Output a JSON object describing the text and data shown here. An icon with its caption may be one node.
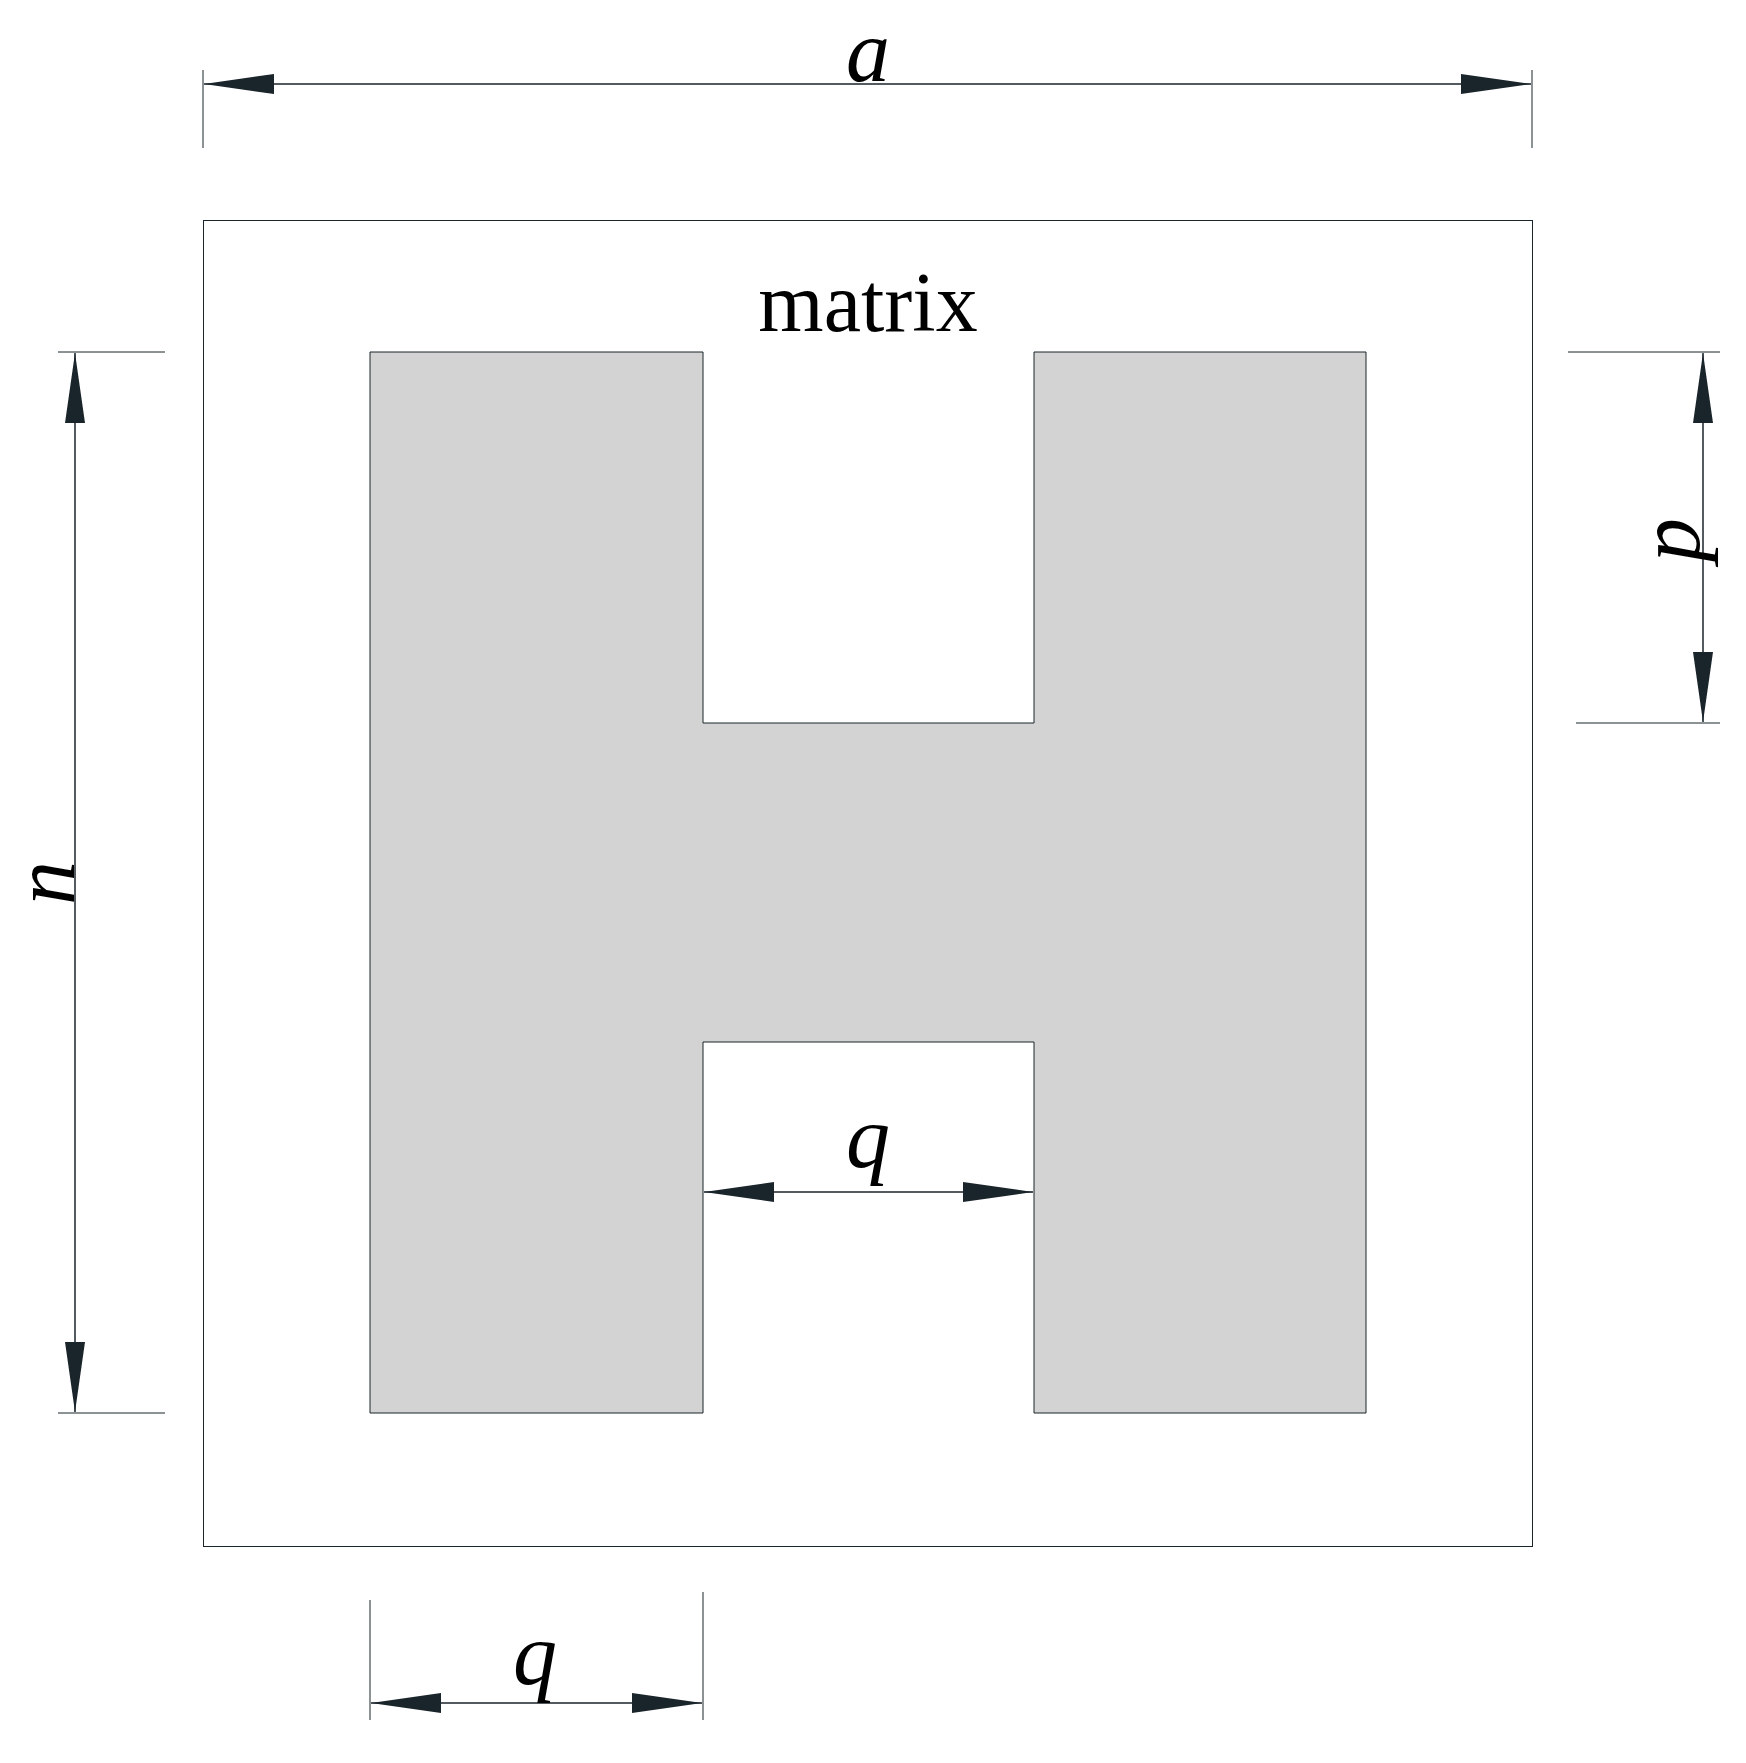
{
  "diagram": {
    "nodes": [
      {
        "text": [
          "matrix"
        ]
      }
    ],
    "labels": [
      "a",
      "n",
      "p",
      "q",
      "q"
    ]
  }
}
